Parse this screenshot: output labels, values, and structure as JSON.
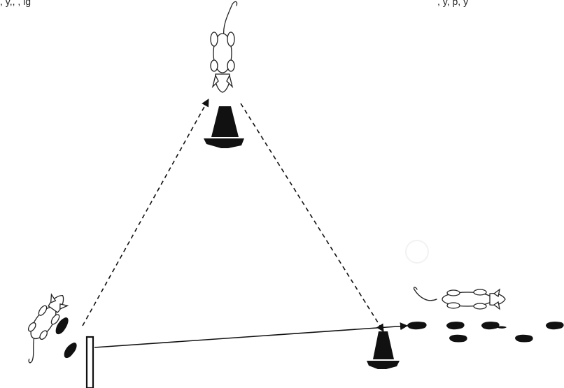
{
  "caption": {
    "left_fragment": ", y,, ,  ig",
    "right_fragment": ", y, p,  y"
  },
  "colors": {
    "ink": "#111111",
    "background": "#ffffff",
    "dog_fill": "#ffffff",
    "dog_outline": "#222222"
  },
  "diagram": {
    "elements": {
      "cones": 2,
      "dogs": 3,
      "footprints": 9,
      "post": 1
    },
    "arrows": [
      {
        "from": "start-post",
        "to": "top-cone",
        "style": "dashed"
      },
      {
        "from": "top-cone",
        "to": "bottom-right-cone",
        "style": "dashed"
      },
      {
        "from": "start-post",
        "to": "bottom-right-cone",
        "style": "solid"
      }
    ],
    "icons": [
      "dog-icon",
      "traffic-cone-icon",
      "footprint-icon",
      "post-icon",
      "arrow-icon"
    ]
  }
}
